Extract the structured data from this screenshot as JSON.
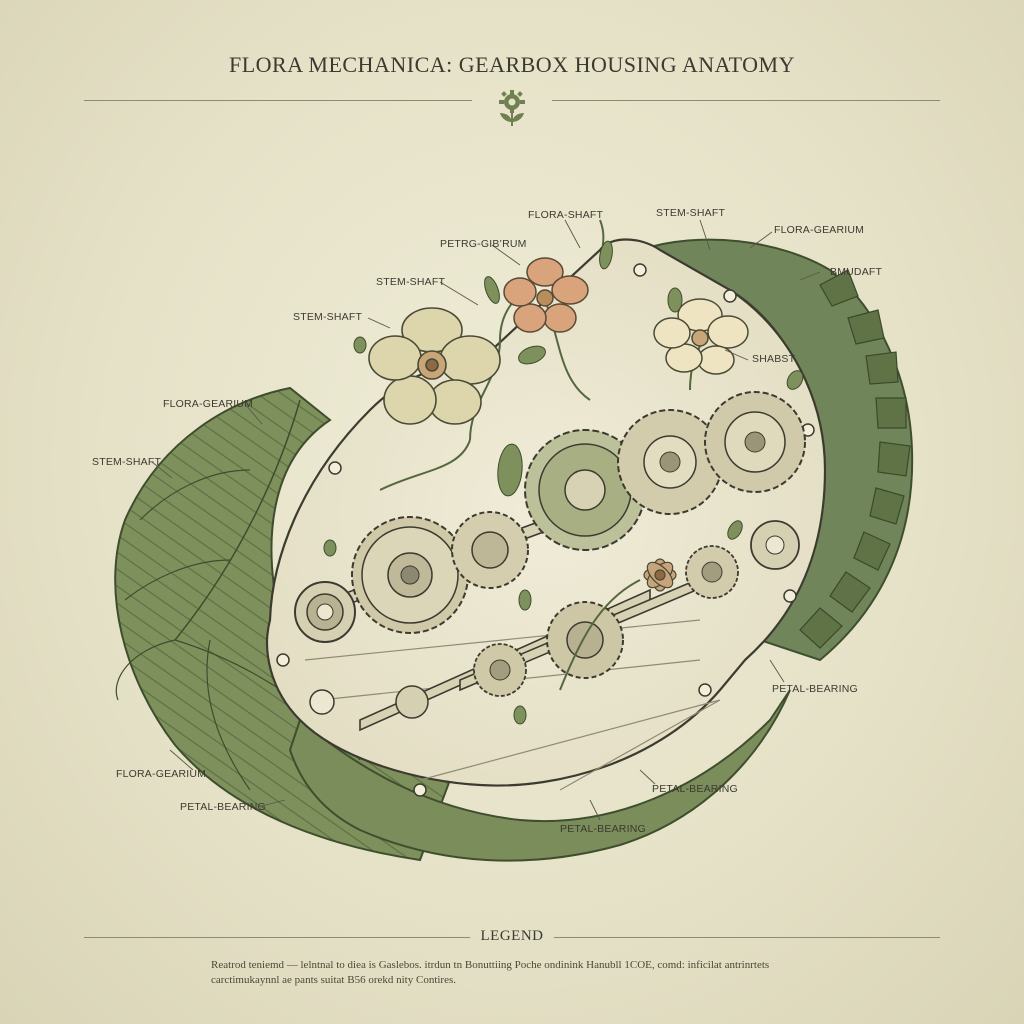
{
  "title": "FLORA MECHANICA: GEARBOX HOUSING ANATOMY",
  "labels": {
    "flora_shaft_top": "FLORA-SHAFT",
    "petrg_gib_rum": "PETRG-GIB’RUM",
    "stem_shaft_top_right": "STEM-SHAFT",
    "flora_gearium_top_right": "FLORA-GEARIUM",
    "bmudaft": "BMUDAFT",
    "stem_shaft_upper": "STEM-SHAFT",
    "stem_shaft_left_upper": "STEM-SHAFT",
    "shabst": "SHABST",
    "flora_gearium_left": "FLORA-GEARIUM",
    "stem_shaft_left": "STEM-SHAFT",
    "petal_bearing_right": "PETAL-BEARING",
    "flora_gearium_bottom_left": "FLORA-GEARIUM",
    "petal_bearing_bottom_left": "PETAL-BEARING",
    "petal_bearing_bottom_mid": "PETAL-BEARING",
    "petal_bearing_bottom_center": "PETAL-BEARING"
  },
  "legend": {
    "title": "LEGEND",
    "line1": "Reatrod teniemd — lelntnal to diea is Gaslebos. itrdun tn Bonuttiing Poche ondinink Hanubll 1COE, comd: inficilat antrinrtets",
    "line2": "carctimukaynnl ae pants suitat B56 orekd nity Contires."
  },
  "colors": {
    "paper": "#e6e2c8",
    "leaf_green": "#7d8f5c",
    "dark_green": "#4f6138",
    "ink": "#3b3a2e",
    "housing_fill": "#ebe7d1",
    "flower_peach": "#d9a37c",
    "flower_cream": "#efe4c2"
  }
}
